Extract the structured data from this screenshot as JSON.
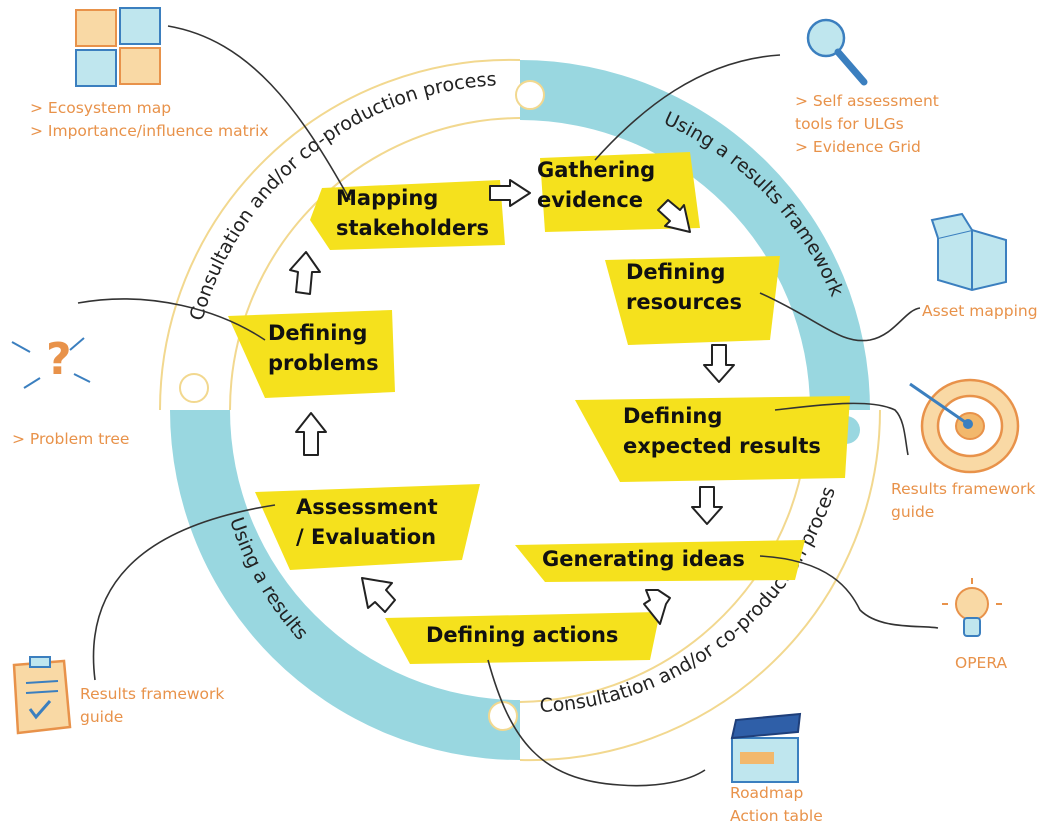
{
  "ring_labels": {
    "top_left": "Consultation and/or co-production  process",
    "top_right": "Using a results framework",
    "bottom_left": "Using a results",
    "bottom_right": "Consultation and/or co-production process"
  },
  "steps": {
    "mapping": [
      "Mapping",
      "stakeholders"
    ],
    "gathering": [
      "Gathering",
      "evidence"
    ],
    "resources": [
      "Defining",
      "resources"
    ],
    "expected": [
      "Defining",
      "expected results"
    ],
    "ideas": [
      "Generating ideas"
    ],
    "actions": [
      "Defining actions"
    ],
    "assessment": [
      "Assessment",
      "/ Evaluation"
    ],
    "problems": [
      "Defining",
      "problems"
    ]
  },
  "resources": {
    "ecosystem": [
      "> Ecosystem map",
      "> Importance/influence matrix"
    ],
    "self_assessment": [
      "> Self assessment",
      "tools for ULGs",
      "> Evidence Grid"
    ],
    "asset": [
      "Asset mapping"
    ],
    "results_guide_right": [
      "Results framework",
      "guide"
    ],
    "opera": [
      "OPERA"
    ],
    "roadmap": [
      "Roadmap",
      "Action table"
    ],
    "results_guide_left": [
      "Results framework",
      "guide"
    ],
    "problem_tree": [
      "> Problem tree"
    ]
  },
  "icons": [
    "puzzle-icon",
    "magnifier-icon",
    "box-icon",
    "target-icon",
    "lightbulb-icon",
    "clapperboard-icon",
    "clipboard-icon",
    "question-icon"
  ],
  "colors": {
    "ring_blue": "#99d7e0",
    "ring_outline": "#f2d88f",
    "highlight_yellow": "#f5e11d",
    "resource_orange": "#e8924a",
    "text_dark": "#111111"
  }
}
